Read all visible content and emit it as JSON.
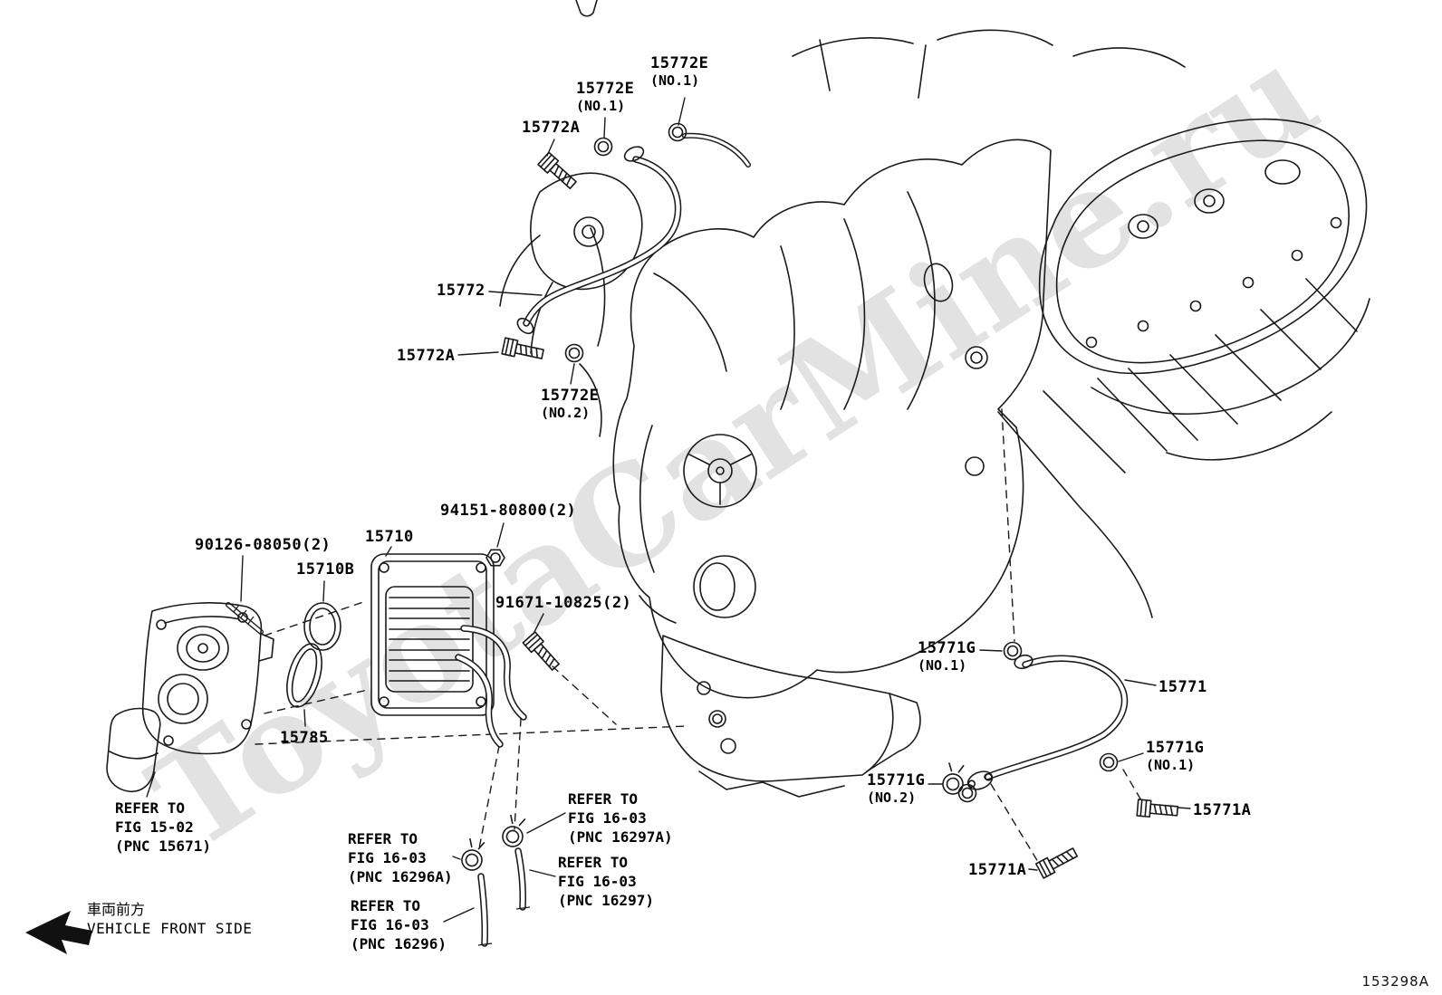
{
  "watermark": "ToyotaCarMine.ru",
  "drawing_number": "153298A",
  "colors": {
    "ink": "#1a1a1a",
    "background": "#ffffff"
  },
  "front_side": {
    "jp": "車両前方",
    "en": "VEHICLE FRONT SIDE"
  },
  "labels": {
    "l15772e_no1_a": {
      "text": "15772E",
      "sub": "(NO.1)"
    },
    "l15772e_no1_b": {
      "text": "15772E",
      "sub": "(NO.1)"
    },
    "l15772a_top": {
      "text": "15772A"
    },
    "l15772": {
      "text": "15772"
    },
    "l15772a_mid": {
      "text": "15772A"
    },
    "l15772e_no2": {
      "text": "15772E",
      "sub": "(NO.2)"
    },
    "l94151": {
      "text": "94151-80800(2)"
    },
    "l15710": {
      "text": "15710"
    },
    "l90126": {
      "text": "90126-08050(2)"
    },
    "l15710b": {
      "text": "15710B"
    },
    "l91671": {
      "text": "91671-10825(2)"
    },
    "l15785": {
      "text": "15785"
    },
    "l15771g_no1_a": {
      "text": "15771G",
      "sub": "(NO.1)"
    },
    "l15771": {
      "text": "15771"
    },
    "l15771g_no1_b": {
      "text": "15771G",
      "sub": "(NO.1)"
    },
    "l15771a_right": {
      "text": "15771A"
    },
    "l15771g_no2": {
      "text": "15771G",
      "sub": "(NO.2)"
    },
    "l15771a_bottom": {
      "text": "15771A"
    }
  },
  "refers": {
    "fig15_02": {
      "l1": "REFER TO",
      "l2": "FIG 15-02",
      "l3": "(PNC 15671)"
    },
    "fig16_03_16297a": {
      "l1": "REFER TO",
      "l2": "FIG 16-03",
      "l3": "(PNC 16297A)"
    },
    "fig16_03_16296a": {
      "l1": "REFER TO",
      "l2": "FIG 16-03",
      "l3": "(PNC 16296A)"
    },
    "fig16_03_16297": {
      "l1": "REFER TO",
      "l2": "FIG 16-03",
      "l3": "(PNC 16297)"
    },
    "fig16_03_16296": {
      "l1": "REFER TO",
      "l2": "FIG 16-03",
      "l3": "(PNC 16296)"
    }
  }
}
